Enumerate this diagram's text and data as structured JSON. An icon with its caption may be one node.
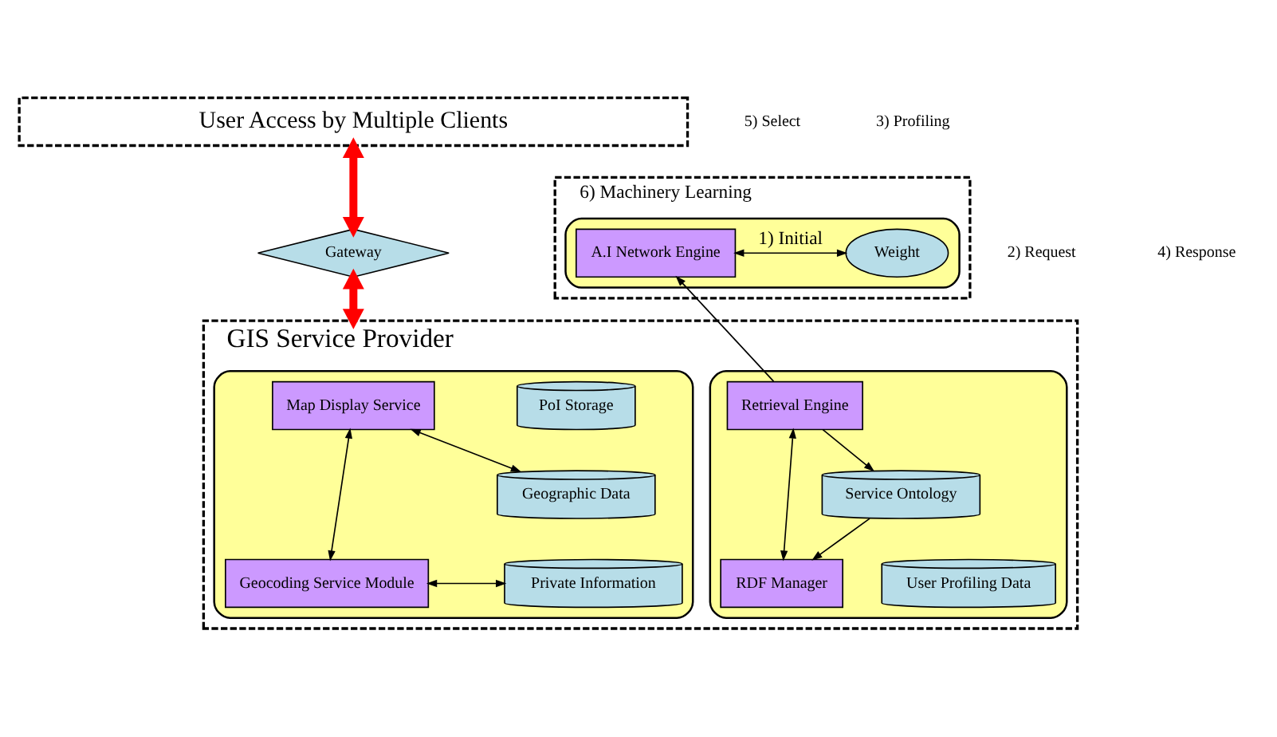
{
  "diagram": {
    "nodes": [
      {
        "text": [
          "User Access by Multiple Clients"
        ]
      },
      {
        "text": [
          "Gateway"
        ]
      },
      {
        "text": [
          "6) Machinery Learning"
        ]
      },
      {
        "text": [],
        "shape": "box",
        "in": 2
      },
      {
        "text": [
          "A.I Network Engine"
        ],
        "in": 3
      },
      {
        "text": [
          "Weight"
        ],
        "in": 3
      },
      {
        "text": [
          "GIS Service Provider"
        ]
      },
      {
        "text": [],
        "shape": "box",
        "in": 6
      },
      {
        "text": [
          "Map Display Service"
        ],
        "in": 7
      },
      {
        "text": [
          "Geocoding Service Module"
        ],
        "in": 7
      },
      {
        "text": [
          "PoI Storage"
        ],
        "in": 7
      },
      {
        "text": [
          "Geographic Data"
        ],
        "in": 7
      },
      {
        "text": [
          "Private Information"
        ],
        "in": 7
      },
      {
        "text": [],
        "shape": "box",
        "in": 6
      },
      {
        "text": [
          "Retrieval Engine"
        ],
        "in": 13
      },
      {
        "text": [
          "RDF Manager"
        ],
        "in": 13
      },
      {
        "text": [
          "Service Ontology"
        ],
        "in": 13
      },
      {
        "text": [
          "User Profiling Data"
        ],
        "in": 13
      }
    ],
    "edges": [
      {
        "from": 0,
        "to": 1,
        "arrow": "both",
        "style": "thick",
        "color": "#ff0000"
      },
      {
        "from": 1,
        "to": 6,
        "arrow": "both",
        "style": "thick",
        "color": "#ff0000"
      },
      {
        "from": 4,
        "to": 5,
        "arrow": "both",
        "label": "1) Initial"
      },
      {
        "from": 14,
        "to": 4,
        "arrow": "to"
      },
      {
        "from": 8,
        "to": 9,
        "arrow": "both"
      },
      {
        "from": 8,
        "to": 11,
        "arrow": "both"
      },
      {
        "from": 9,
        "to": 12,
        "arrow": "both"
      },
      {
        "from": 14,
        "to": 15,
        "arrow": "both"
      },
      {
        "from": 14,
        "to": 16,
        "arrow": "to"
      },
      {
        "from": 16,
        "to": 15,
        "arrow": "to"
      }
    ],
    "labels": [
      "5) Select",
      "2) Request",
      "4) Response",
      "3) Profiling"
    ]
  }
}
